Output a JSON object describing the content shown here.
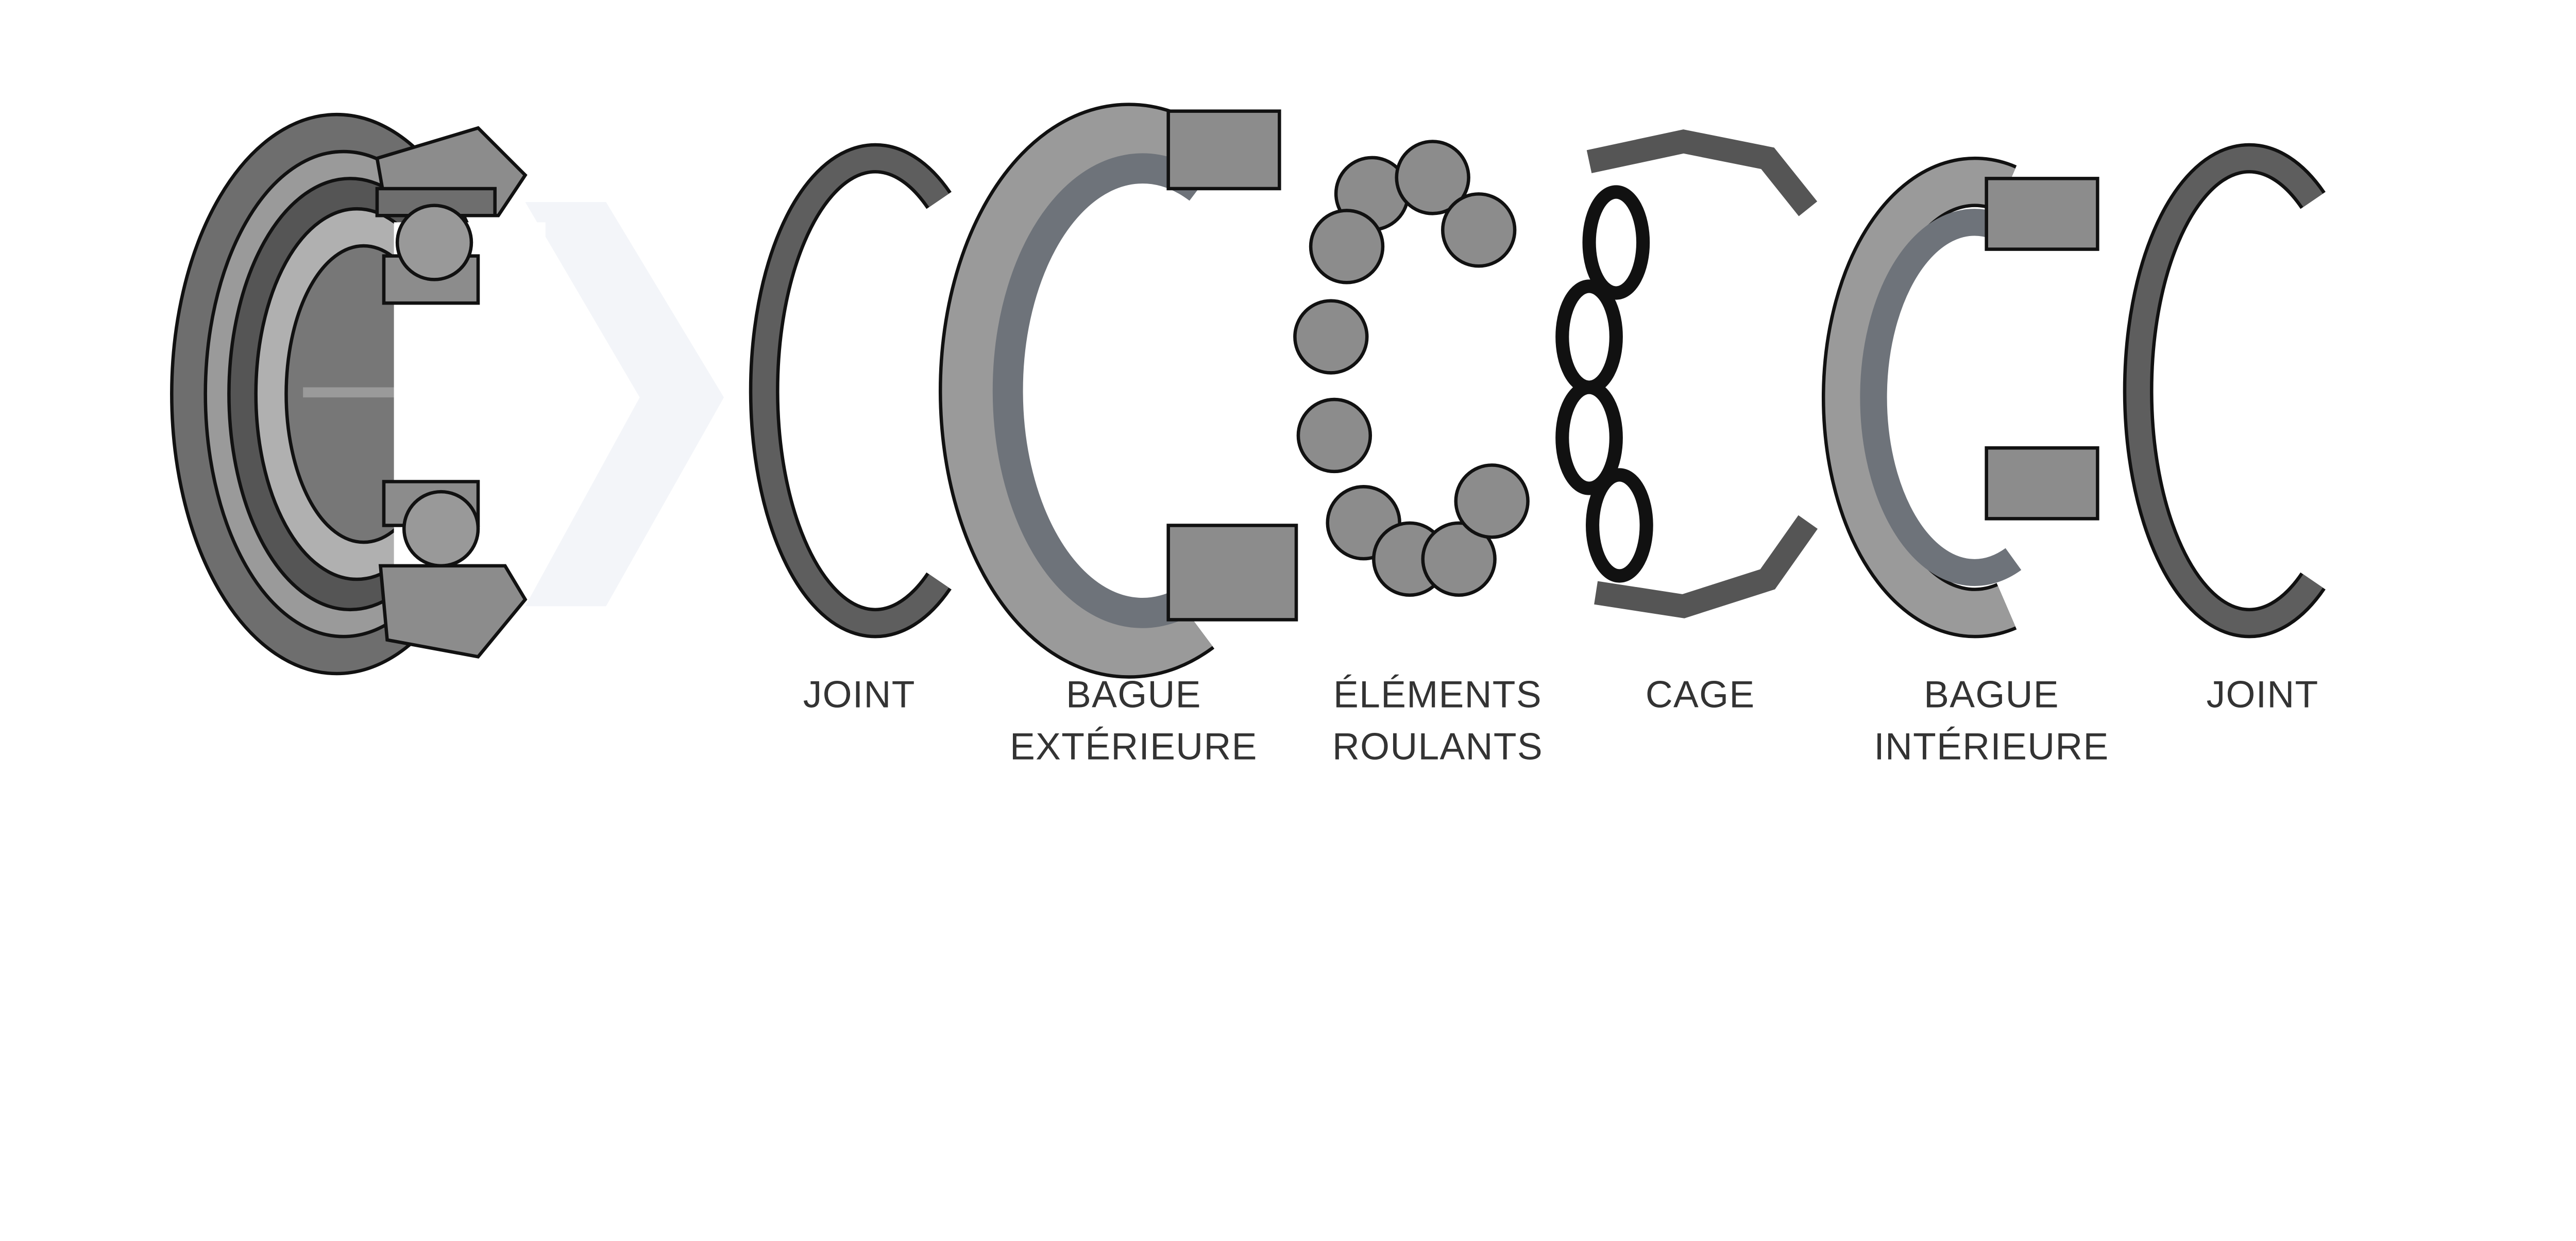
{
  "labels": [
    {
      "id": "seal-left",
      "lines": [
        "JOINT"
      ]
    },
    {
      "id": "outer-ring",
      "lines": [
        "BAGUE",
        "EXTÉRIEURE"
      ]
    },
    {
      "id": "rolling-elements",
      "lines": [
        "ÉLÉMENTS",
        "ROULANTS"
      ]
    },
    {
      "id": "cage",
      "lines": [
        "CAGE"
      ]
    },
    {
      "id": "inner-ring",
      "lines": [
        "BAGUE",
        "INTÉRIEURE"
      ]
    },
    {
      "id": "seal-right",
      "lines": [
        "JOINT"
      ]
    }
  ],
  "colors": {
    "label": "#333333",
    "metal_dark": "#5a5a5a",
    "metal_mid": "#8c8c8c",
    "metal_light": "#b5b5b5",
    "outline": "#111111",
    "watermark": "#f3f5f9"
  }
}
